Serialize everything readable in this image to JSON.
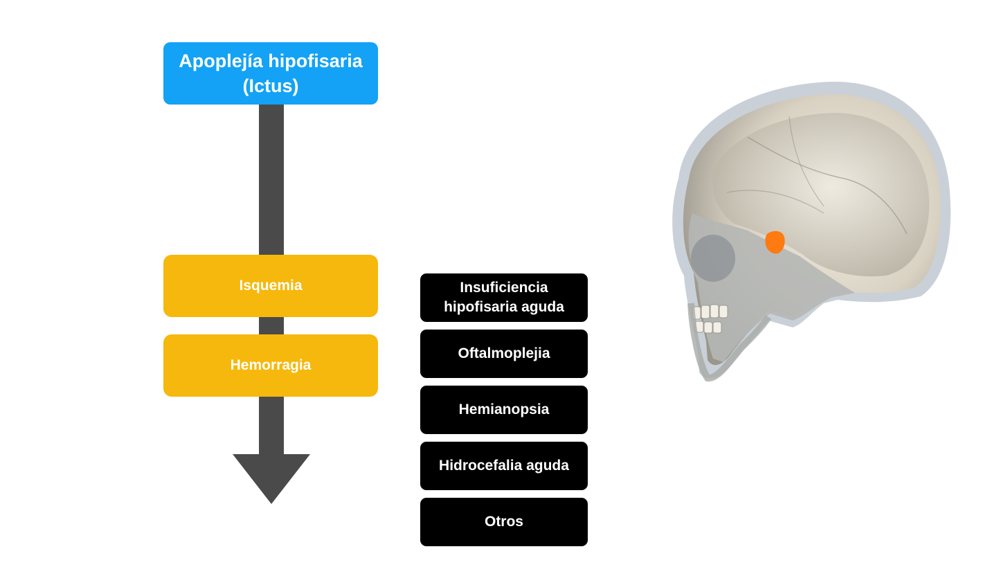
{
  "colors": {
    "title_bg": "#13a2f5",
    "cause_bg": "#f6b80d",
    "consequence_bg": "#000000",
    "arrow": "#4a4a4a",
    "text": "#ffffff",
    "highlight_orange": "#ff7a10"
  },
  "title": {
    "line1": "Apoplejía hipofisaria",
    "line2": "(Ictus)"
  },
  "causes": [
    {
      "label": "Isquemia"
    },
    {
      "label": "Hemorragia"
    }
  ],
  "consequences": [
    {
      "line1": "Insuficiencia",
      "line2": "hipofisaria aguda"
    },
    {
      "label": "Oftalmoplejia"
    },
    {
      "label": "Hemianopsia"
    },
    {
      "label": "Hidrocefalia aguda"
    },
    {
      "label": "Otros"
    }
  ],
  "image": {
    "icon": "skull-3d-illustration"
  }
}
